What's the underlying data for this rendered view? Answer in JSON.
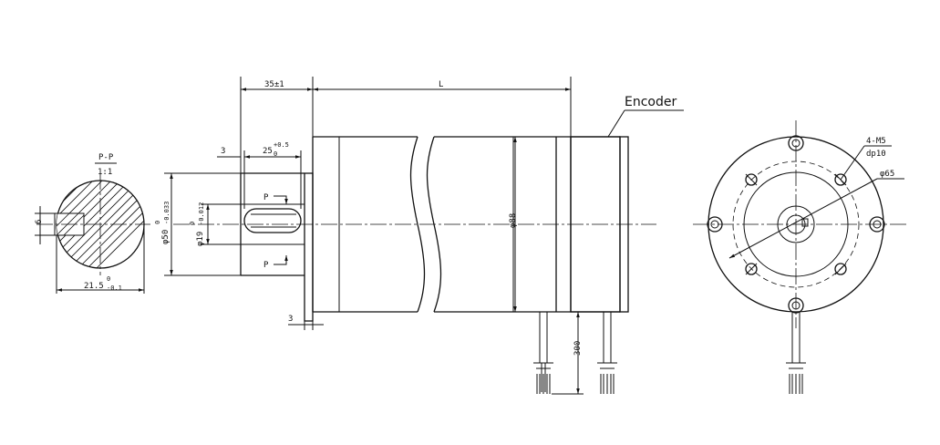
{
  "section": {
    "title": "P-P",
    "scale": "1:1",
    "key_height": "6",
    "width_value": "21.5",
    "width_tol_upper": "0",
    "width_tol_lower": "-0.1"
  },
  "side_view": {
    "shaft_length": "35±1",
    "body_length": "L",
    "key_length_value": "25",
    "key_tol_upper": "+0.5",
    "key_tol_lower": "0",
    "key_offset": "3",
    "flange_thickness": "3",
    "pilot_dia_value": "φ50",
    "pilot_tol_upper": "0",
    "pilot_tol_lower": "-0.033",
    "shaft_dia_value": "φ19",
    "shaft_tol_upper": "0",
    "shaft_tol_lower": "-0.012",
    "body_dia": "φ88",
    "section_mark": "P",
    "encoder_label": "Encoder",
    "lead_length": "300"
  },
  "front_view": {
    "thread_spec": "4-M5",
    "thread_depth": "dp10",
    "bolt_circle": "φ65"
  }
}
